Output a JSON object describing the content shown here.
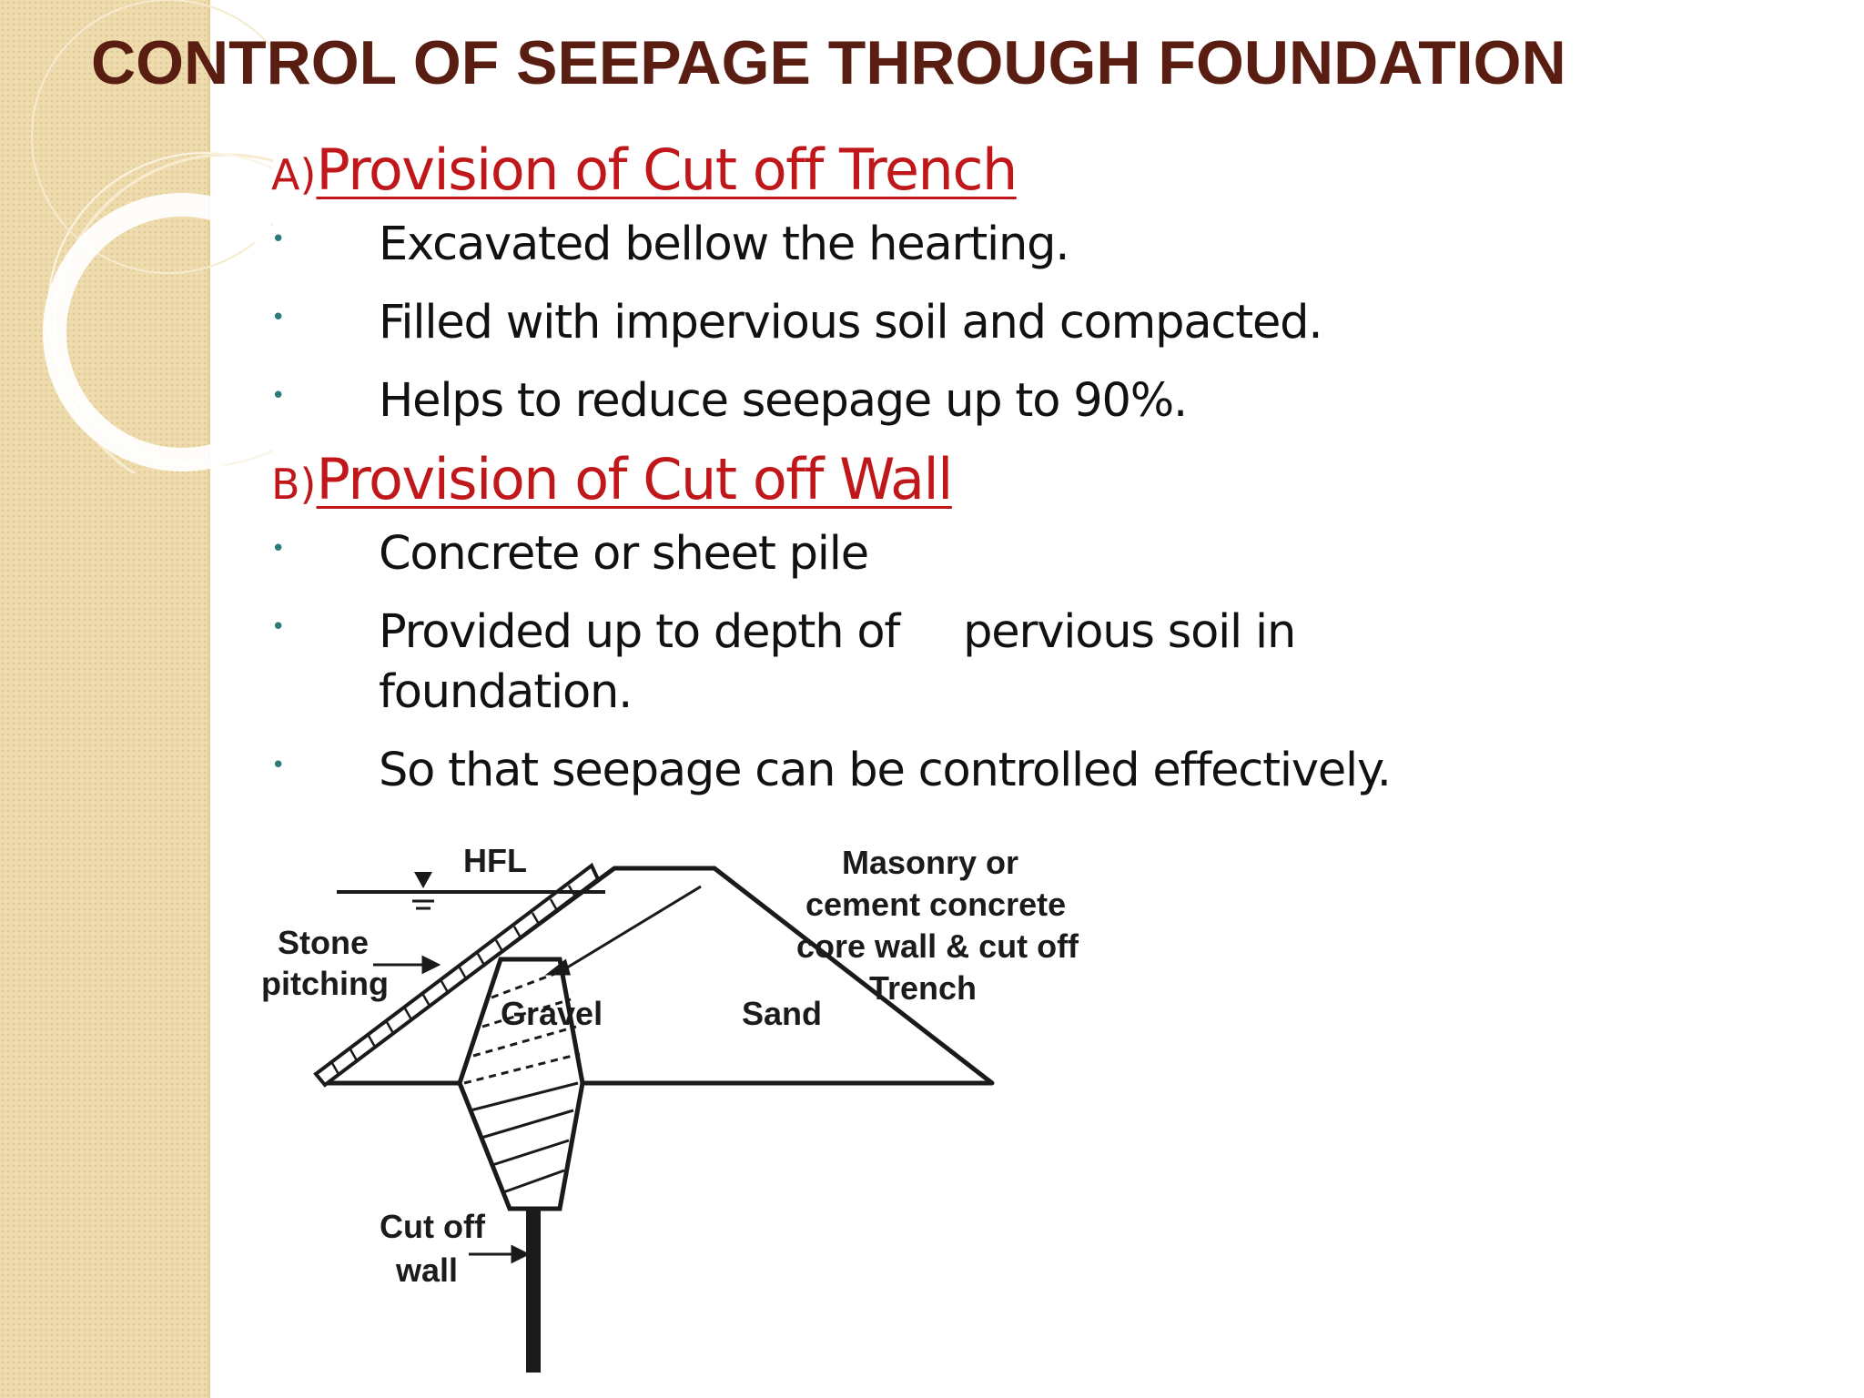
{
  "slide": {
    "title": "CONTROL OF  SEEPAGE THROUGH FOUNDATION"
  },
  "sections": [
    {
      "letter": "A)",
      "heading": "Provision of Cut off Trench",
      "bullets": [
        "Excavated bellow the hearting.",
        "Filled with impervious soil and compacted.",
        "Helps to reduce seepage up to 90%."
      ]
    },
    {
      "letter": "B)",
      "heading": "Provision of Cut off Wall",
      "bullets": [
        "Concrete or sheet pile",
        "Provided up to depth of",
        "pervious soil in foundation.",
        "So that seepage can be controlled effectively."
      ]
    }
  ],
  "diagram": {
    "labels": {
      "hfl": "HFL",
      "stone_line1": "Stone",
      "stone_line2": "pitching",
      "gravel": "Gravel",
      "sand": "Sand",
      "masonry_line1": "Masonry or",
      "masonry_line2": "cement concrete",
      "masonry_line3": "core wall & cut off",
      "masonry_line4": "Trench",
      "cutoff_line1": "Cut off",
      "cutoff_line2": "wall"
    }
  },
  "colors": {
    "title": "#5a1d12",
    "heading": "#c0171b",
    "bullet_dot": "#2c7a7a",
    "side_band": "#efdcae"
  }
}
